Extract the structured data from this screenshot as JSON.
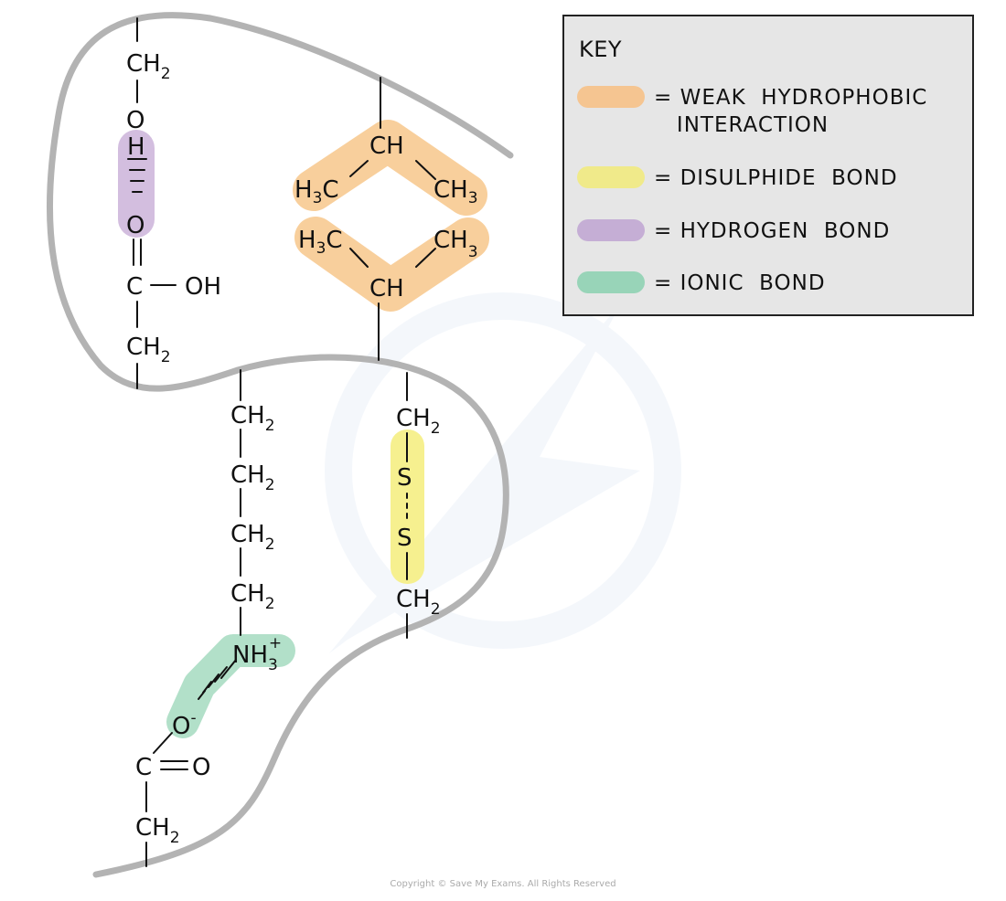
{
  "diagram": {
    "title": "Bonds stabilising protein tertiary structure",
    "colors": {
      "hydrophobic": "#f5c591",
      "disulphide": "#f2ec8c",
      "hydrogen": "#c5aed5",
      "ionic": "#98d4b8",
      "chain": "#b3b3b3",
      "key_background": "#e6e6e6"
    }
  },
  "key": {
    "title": "KEY",
    "items": [
      {
        "name": "hydrophobic",
        "label": "= WEAK  HYDROPHOBIC\n   INTERACTION",
        "color": "#f5c591"
      },
      {
        "name": "disulphide",
        "label": "= DISULPHIDE  BOND",
        "color": "#f2ec8c"
      },
      {
        "name": "hydrogen",
        "label": "= HYDROGEN  BOND",
        "color": "#c5aed5"
      },
      {
        "name": "ionic",
        "label": "= IONIC  BOND",
        "color": "#98d4b8"
      }
    ]
  },
  "labels": {
    "ch": "CH",
    "c": "C",
    "h": "H",
    "o": "O",
    "oh": "OH",
    "s": "S",
    "nh": "NH",
    "h3c": "H",
    "sub2": "2",
    "sub3": "3",
    "plus": "+",
    "minus": "-"
  },
  "footer": {
    "copyright": "Copyright © Save My Exams. All Rights Reserved"
  }
}
